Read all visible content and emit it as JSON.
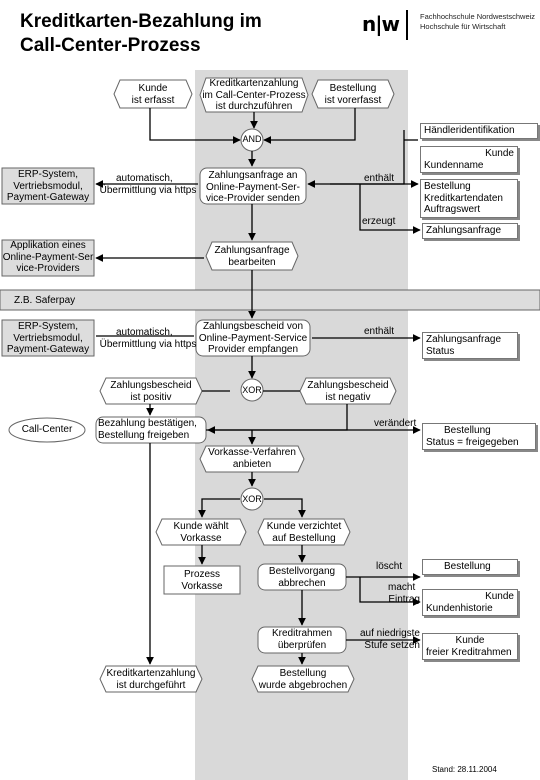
{
  "header": {
    "title_line1": "Kreditkarten-Bezahlung im",
    "title_line2": "Call-Center-Prozess",
    "logo": "n|w",
    "institution_line1": "Fachhochschule Nordwestschweiz",
    "institution_line2": "Hochschule für Wirtschaft"
  },
  "events": {
    "kunde_erfasst": [
      "Kunde",
      "ist erfasst"
    ],
    "kreditkartenzahlung_durchfuehren": [
      "Kreditkartenzahlung",
      "im Call-Center-Prozess",
      "ist durchzuführen"
    ],
    "bestellung_erfasst": [
      "Bestellung",
      "ist vorerfasst"
    ],
    "zahlungsanfrage_bearbeiten": [
      "Zahlungsanfrage",
      "bearbeiten"
    ],
    "zahlungsbescheid_positiv": [
      "Zahlungsbescheid",
      "ist positiv"
    ],
    "zahlungsbescheid_negativ": [
      "Zahlungsbescheid",
      "ist negativ"
    ],
    "vorkasse_angeboten": [
      "Vorkasse-Verfahren",
      "anbieten"
    ],
    "kunde_waehlt_vorkasse": [
      "Kunde wählt",
      "Vorkasse"
    ],
    "kunde_verzichtet": [
      "Kunde verzichtet",
      "auf Bestellung"
    ],
    "prozess_vorkasse": [
      "Prozess",
      "Vorkasse"
    ],
    "kreditkartenzahlung_durchgefuehrt": [
      "Kreditkartenzahlung",
      "ist durchgeführt"
    ],
    "bestellung_abgebrochen": [
      "Bestellung",
      "wurde abgebrochen"
    ]
  },
  "functions": {
    "zahlungsanfrage_senden": [
      "Zahlungsanfrage an",
      "Online-Payment-Ser-",
      "vice-Provider senden"
    ],
    "zahlungsbescheid_empfangen": [
      "Zahlungsbescheid von",
      "Online-Payment-Service",
      "Provider empfangen"
    ],
    "bezahlung_bestaetigen": [
      "Bezahlung bestätigen,",
      "Bestellung freigeben"
    ],
    "bestellvorgang_abbrechen": [
      "Bestellvorgang",
      "abbrechen"
    ],
    "kreditrahmen_pruefen": [
      "Kreditrahmen",
      "überprüfen"
    ]
  },
  "connectors": {
    "and": "AND",
    "xor1": "XOR",
    "xor2": "XOR"
  },
  "systems": {
    "erp1": [
      "ERP-System,",
      "Vertriebsmodul,",
      "Payment-Gateway"
    ],
    "online_app": [
      "Applikation eines",
      "Online-Payment-Ser",
      "vice-Providers"
    ],
    "saferpay": "Z.B. Saferpay",
    "erp2": [
      "ERP-System,",
      "Vertriebsmodul,",
      "Payment-Gateway"
    ],
    "call_center": "Call-Center"
  },
  "edge_labels": {
    "automatisch1": [
      "automatisch,",
      "Übermittlung via https"
    ],
    "automatisch2": [
      "automatisch,",
      "Übermittlung via https"
    ],
    "enthaelt1": "enthält",
    "erzeugt": "erzeugt",
    "enthaelt2": "enthält",
    "veraendert": "verändert",
    "loescht": "löscht",
    "macht_eintrag": [
      "macht",
      "Eintrag"
    ],
    "auf_niedrigste": [
      "auf niedrigste",
      "Stufe setzen"
    ]
  },
  "data_objects": {
    "haendleridentifikation": [
      "Händleridentifikation"
    ],
    "kunde_kundenname": [
      "Kunde",
      "Kundenname"
    ],
    "bestellung_kreditkartendaten": [
      "Bestellung",
      "Kreditkartendaten",
      "Auftragswert"
    ],
    "zahlungsanfrage": [
      "Zahlungsanfrage"
    ],
    "zahlungsanfrage_status": [
      "Zahlungsanfrage",
      "Status"
    ],
    "bestellung_status": [
      "Bestellung",
      "Status = freigegeben"
    ],
    "bestellung": [
      "Bestellung"
    ],
    "kunde_kundenhistorie": [
      "Kunde",
      "Kundenhistorie"
    ],
    "kunde_kreditrahmen": [
      "Kunde",
      "freier Kreditrahmen"
    ]
  },
  "footer": {
    "stand": "Stand: 28.11.2004"
  }
}
